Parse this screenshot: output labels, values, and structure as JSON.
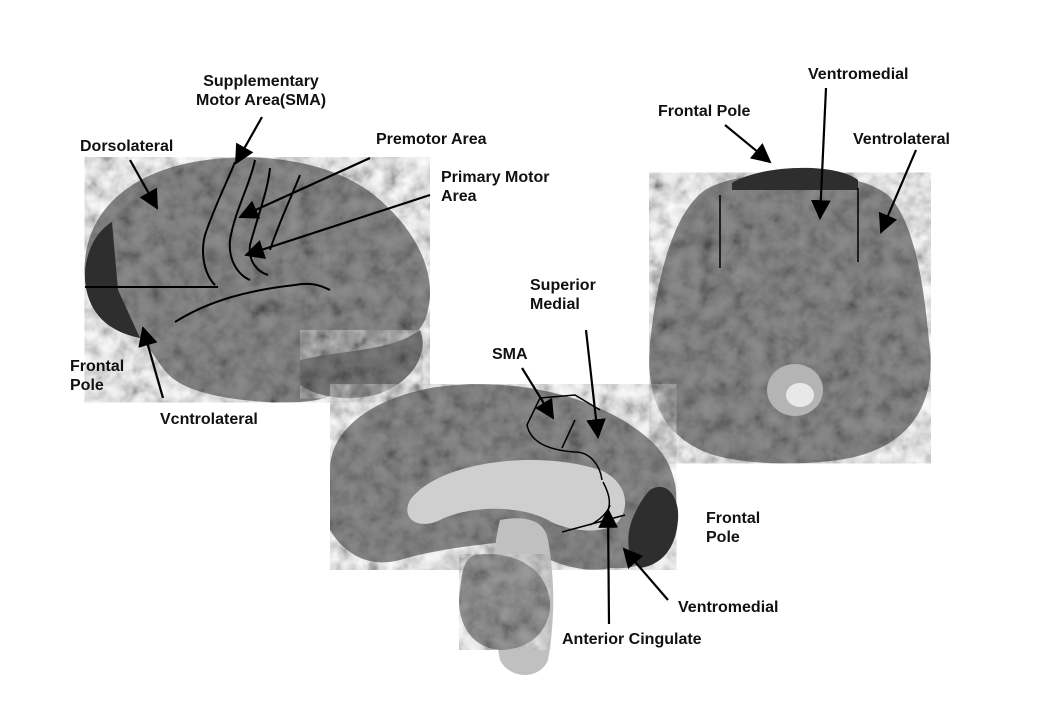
{
  "labels": {
    "sma_line1": "Supplementary",
    "sma_line2": "Motor Area(SMA)",
    "premotor": "Premotor Area",
    "primary_motor_line1": "Primary Motor",
    "primary_motor_line2": "Area",
    "dorsolateral": "Dorsolateral",
    "lateral_frontal_pole_line1": "Frontal",
    "lateral_frontal_pole_line2": "Pole",
    "lateral_ventrolateral": "Vcntrolateral",
    "ventral_ventromedial": "Ventromedial",
    "ventral_frontal_pole": "Frontal Pole",
    "ventral_ventrolateral": "Ventrolateral",
    "superior_medial_line1": "Superior",
    "superior_medial_line2": "Medial",
    "medial_sma": "SMA",
    "medial_frontal_pole_line1": "Frontal",
    "medial_frontal_pole_line2": "Pole",
    "medial_ventromedial": "Ventromedial",
    "anterior_cingulate": "Anterior Cingulate"
  },
  "colors": {
    "brain_gray": "#8d8d8d",
    "gyrus_light": "#c4c4c4",
    "sulcus_dark": "#5a5a5a",
    "frontal_pole_shade": "#2e2e2e",
    "line": "#000000",
    "background": "#ffffff"
  }
}
